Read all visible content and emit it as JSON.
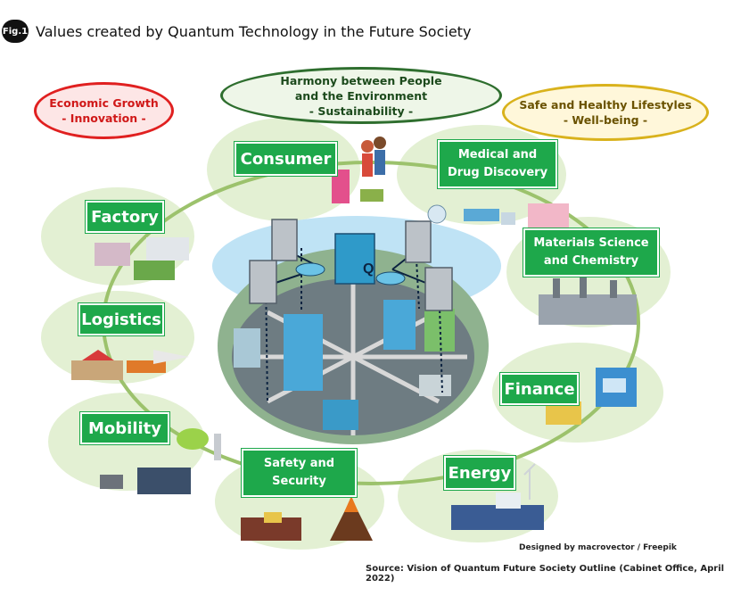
{
  "figure": {
    "badge": "Fig.1",
    "title": "Values created by Quantum Technology in the Future Society"
  },
  "values": {
    "economic": [
      "Economic Growth",
      "- Innovation -"
    ],
    "harmony": [
      "Harmony between People",
      "and the Environment",
      "- Sustainability -"
    ],
    "wellbeing": [
      "Safe and Healthy Lifestyles",
      "- Well-being -"
    ]
  },
  "sectors": {
    "consumer": "Consumer",
    "medical": [
      "Medical and",
      "Drug Discovery"
    ],
    "factory": "Factory",
    "materials": [
      "Materials Science",
      "and Chemistry"
    ],
    "logistics": "Logistics",
    "finance": "Finance",
    "mobility": "Mobility",
    "safety": [
      "Safety and",
      "Security"
    ],
    "energy": "Energy"
  },
  "center_symbol": "Q",
  "credits": {
    "designed_by": "Designed by macrovector / Freepik",
    "source": "Source: Vision of Quantum Future Society Outline (Cabinet Office, April 2022)"
  },
  "colors": {
    "label_green": "#1ea84b",
    "bubble_green": "#e3f0d3",
    "ring_green": "#9cc26c",
    "econ_red": "#e02020",
    "harmony_green": "#2e6e2e",
    "wellbeing_gold": "#d9b21c"
  }
}
